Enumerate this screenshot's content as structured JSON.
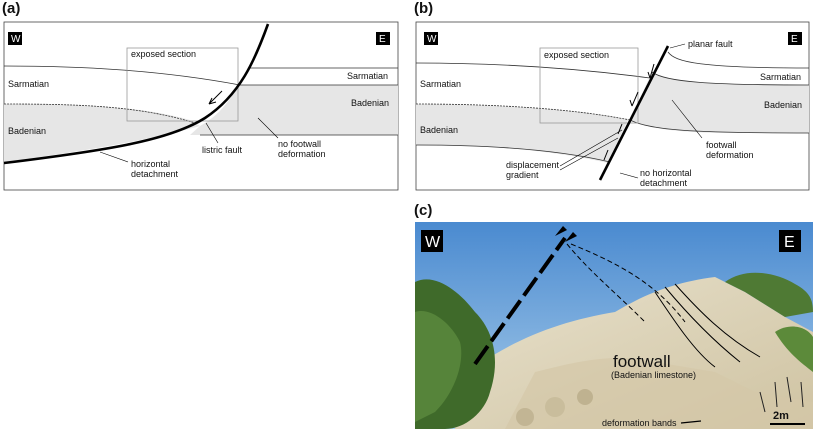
{
  "panels": {
    "a": {
      "label": "(a)",
      "west": "W",
      "east": "E",
      "exposed_section": "exposed section",
      "sarmatian_left": "Sarmatian",
      "sarmatian_right": "Sarmatian",
      "badenian_left": "Badenian",
      "badenian_right": "Badenian",
      "listric_fault": "listric fault",
      "no_footwall_deformation": [
        "no footwall",
        "deformation"
      ],
      "horizontal_detachment": [
        "horizontal",
        "detachment"
      ]
    },
    "b": {
      "label": "(b)",
      "west": "W",
      "east": "E",
      "exposed_section": "exposed section",
      "planar_fault": "planar fault",
      "sarmatian_left": "Sarmatian",
      "sarmatian_right": "Sarmatian",
      "badenian_left": "Badenian",
      "badenian_right": "Badenian",
      "footwall_deformation": [
        "footwall",
        "deformation"
      ],
      "displacement_gradient": [
        "displacement",
        "gradient"
      ],
      "no_horizontal_detachment": [
        "no horizontal",
        "detachment"
      ]
    },
    "c": {
      "label": "(c)",
      "west": "W",
      "east": "E",
      "footwall": "footwall",
      "badenian_limestone": "(Badenian limestone)",
      "deformation_bands": "deformation bands",
      "scale": "2m"
    }
  },
  "colors": {
    "badenian_fill": "#e6e6e6",
    "sky": "#7fb3e6",
    "rock": "#d8cfb6",
    "vegetation": "#4f7a34"
  }
}
